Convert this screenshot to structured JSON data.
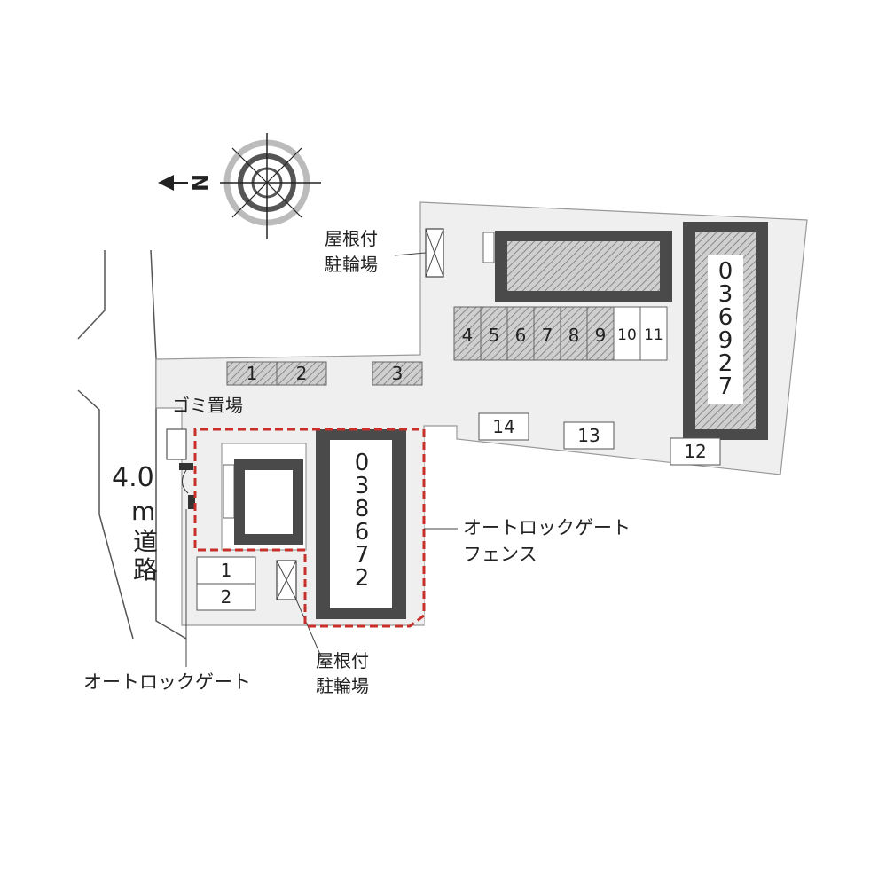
{
  "compass": {
    "north_letter": "N"
  },
  "road": {
    "label_width": "4.0",
    "label_unit": "m",
    "label_chars": [
      "道",
      "路"
    ]
  },
  "garbage": {
    "label": "ゴミ置場"
  },
  "bike_parking": {
    "label_line1": "屋根付",
    "label_line2": "駐輪場"
  },
  "fence": {
    "label_line1": "オートロックゲート",
    "label_line2": "フェンス"
  },
  "gate": {
    "label": "オートロックゲート"
  },
  "buildings": {
    "b_north": {
      "id_digits": [
        "0",
        "3",
        "6",
        "9",
        "2",
        "7"
      ]
    },
    "b_center": {
      "id_digits": [
        "0",
        "3",
        "8",
        "6",
        "7",
        "2"
      ]
    }
  },
  "parking": {
    "top_row": [
      "1",
      "2",
      "3"
    ],
    "row_b": [
      "4",
      "5",
      "6",
      "7",
      "8",
      "9",
      "10",
      "11"
    ],
    "row_c": [
      "14",
      "13",
      "12"
    ],
    "inner": [
      "1",
      "2"
    ]
  },
  "colors": {
    "lot": "#efefef",
    "building": "#4a4a4a",
    "fence": "#c8302c",
    "hatch": "#8c8c8c"
  }
}
